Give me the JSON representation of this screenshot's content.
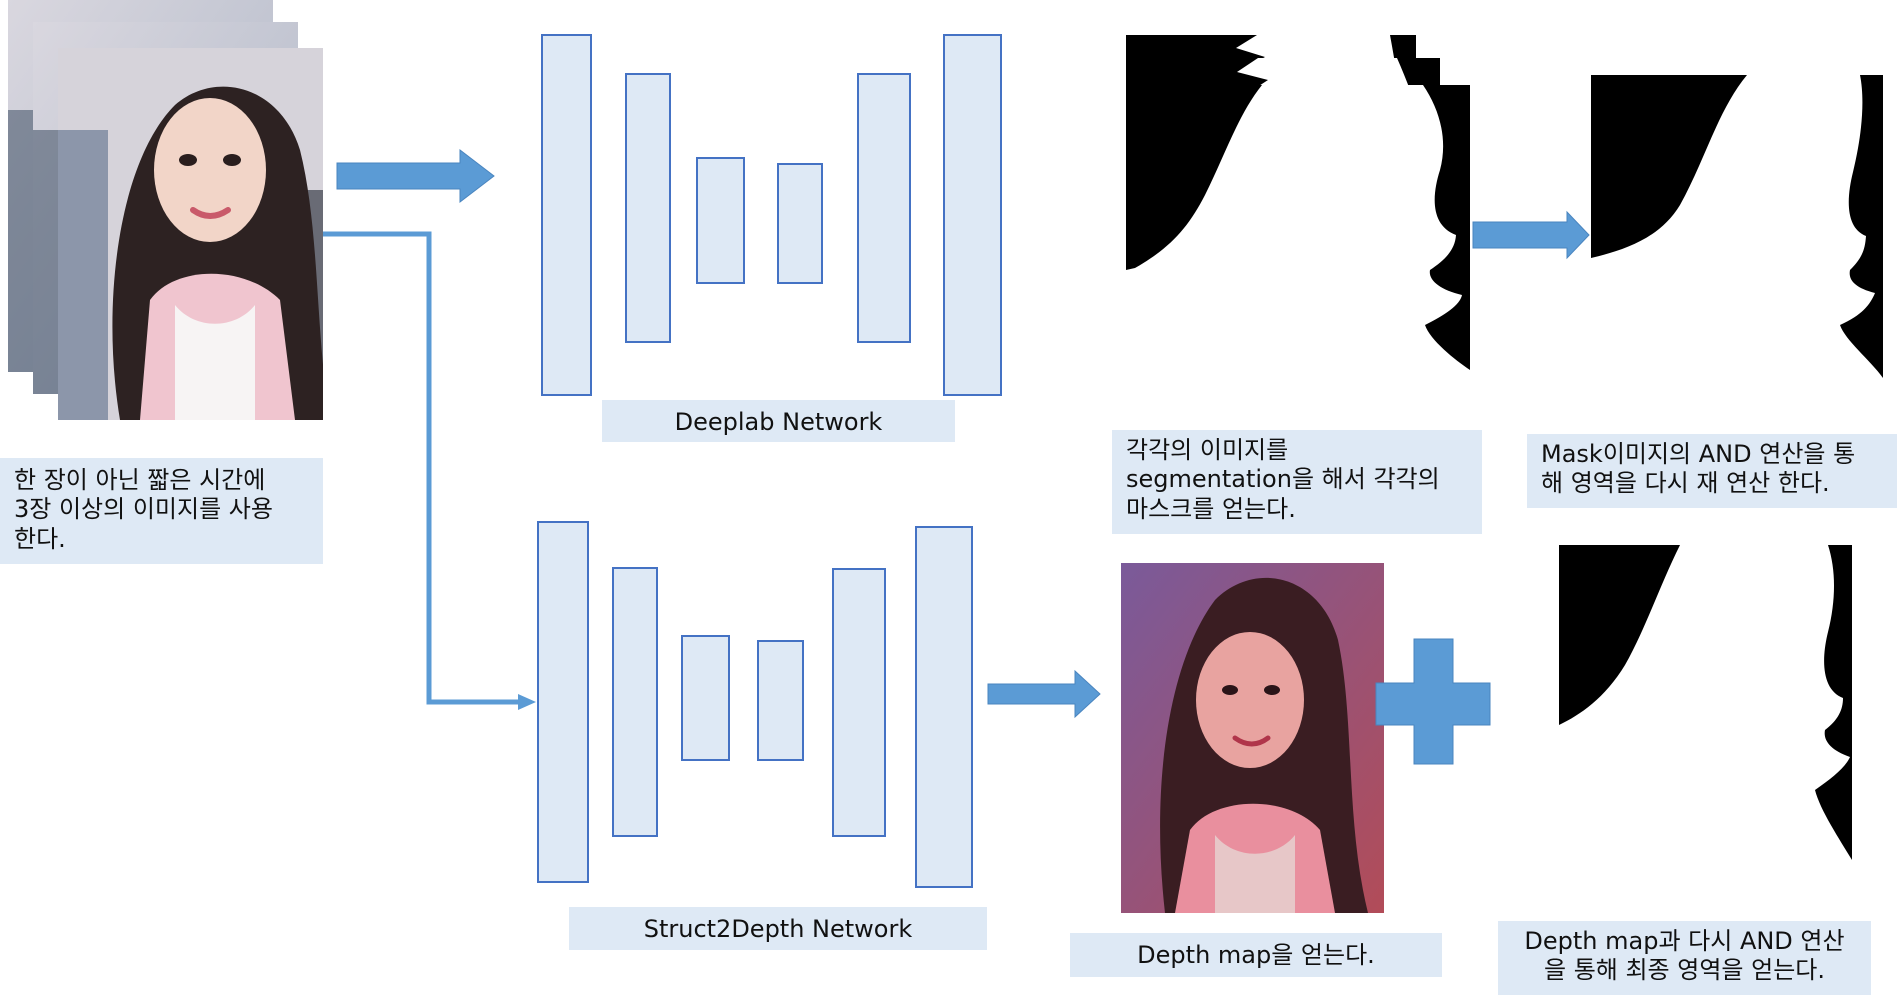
{
  "colors": {
    "arrow": "#5b9bd5",
    "arrow_stroke": "#4a85bf",
    "block_fill": "#dee9f5",
    "block_stroke": "#4472c4",
    "label_bg": "#dee9f5",
    "mask": "#000000",
    "depth_tint": "#b5505a"
  },
  "labels": {
    "input_caption": "한 장이 아닌 짧은 시간에\n3장 이상의 이미지를 사용\n한다.",
    "deeplab_network": "Deeplab Network",
    "struct2depth_network": "Struct2Depth Network",
    "segmentation_caption": "각각의 이미지를\nsegmentation을 해서 각각의\n마스크를 얻는다.",
    "mask_and_caption": "Mask이미지의 AND 연산을 통\n해 영역을 다시 재 연산 한다.",
    "depth_map_caption": "Depth map을 얻는다.",
    "final_caption": "Depth map과 다시 AND 연산\n을 통해 최종 영역을 얻는다."
  },
  "images": {
    "input_photos": "selfie-photo",
    "mask_images": "segmentation-mask",
    "depth_image": "depth-map-photo",
    "final_mask": "final-mask"
  }
}
